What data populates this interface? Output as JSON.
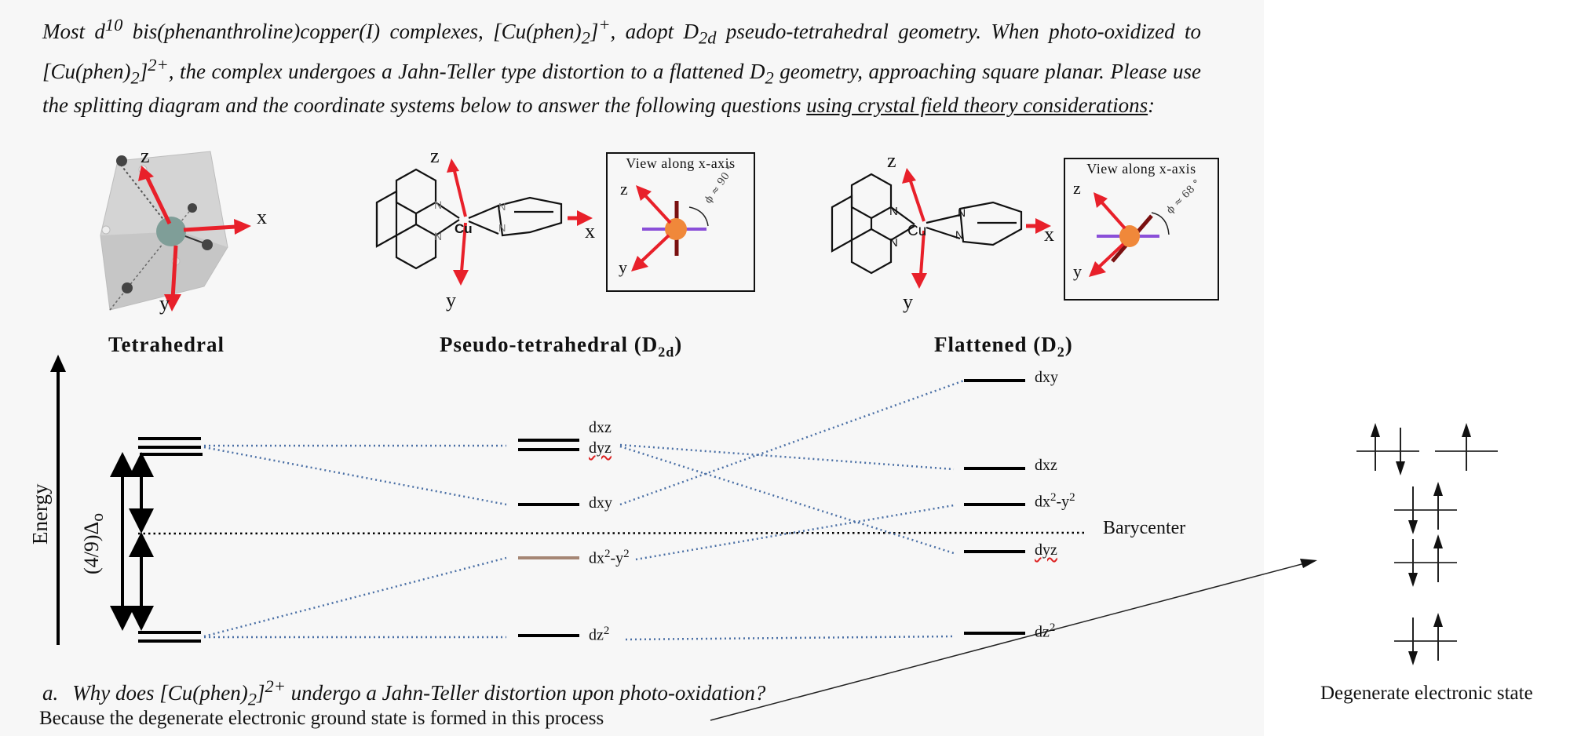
{
  "intro": {
    "p1": "Most d",
    "p1_sup": "10",
    "p2": " bis(phenanthroline)copper(I) complexes, [Cu(phen)",
    "p2_sub": "2",
    "p3": "]",
    "p3_sup": "+",
    "p4": ", adopt D",
    "p4_sub": "2d",
    "p5": " pseudo-tetrahedral geometry. When photo-oxidized to [Cu(phen)",
    "p5_sub": "2",
    "p6": "]",
    "p6_sup": "2+",
    "p7": ", the complex undergoes a Jahn-Teller type distortion to a flattened D",
    "p7_sub": "2",
    "p8": " geometry, approaching square planar. Please use the splitting diagram and the coordinate systems below to answer the following questions ",
    "p9_underlined": "using crystal field theory considerations",
    "p10": ":"
  },
  "geometries": {
    "tetrahedral": {
      "title": "Tetrahedral",
      "axes": {
        "x": "x",
        "y": "y",
        "z": "z"
      }
    },
    "pseudo": {
      "title_main": "Pseudo-tetrahedral (D",
      "title_sub": "2d",
      "title_end": ")",
      "axes": {
        "x": "x",
        "y": "y",
        "z": "z"
      },
      "atoms": {
        "cu": "Cu",
        "n": "N"
      },
      "view": {
        "title": "View along x-axis",
        "angle": "ϕ ≈ 90 °",
        "z": "z",
        "y": "y"
      }
    },
    "flattened": {
      "title_main": "Flattened (D",
      "title_sub": "2",
      "title_end": ")",
      "axes": {
        "x": "x",
        "y": "y",
        "z": "z"
      },
      "atoms": {
        "cu": "Cu",
        "n": "N"
      },
      "view": {
        "title": "View along x-axis",
        "angle": "ϕ ≈ 68 °",
        "z": "z",
        "y": "y"
      }
    }
  },
  "diagram": {
    "energy_label": "Energy",
    "delta_label": "(4/9)Δ",
    "delta_sub": "o",
    "barycenter_label": "Barycenter",
    "pseudo_levels": [
      {
        "label": "dxz"
      },
      {
        "label": "dyz",
        "flagged": true
      },
      {
        "label": "dxy"
      },
      {
        "label": "dx",
        "sup1": "2",
        "mid": "-y",
        "sup2": "2",
        "color": "#a58674"
      },
      {
        "label": "dz",
        "sup1": "2"
      }
    ],
    "flattened_levels": [
      {
        "label": "dxy"
      },
      {
        "label": "dxz"
      },
      {
        "label": "dx",
        "sup1": "2",
        "mid": "-y",
        "sup2": "2"
      },
      {
        "label": "dyz",
        "flagged": true
      },
      {
        "label": "dz",
        "sup1": "2"
      }
    ],
    "correlation_color": "#4a6fa5"
  },
  "electron_config": {
    "caption": "Degenerate electronic state",
    "rows": [
      [
        [
          "up",
          "down"
        ],
        [
          "up"
        ]
      ],
      [
        [
          "down",
          "up"
        ]
      ],
      [
        [
          "down",
          "up"
        ]
      ],
      [
        [
          "down",
          "up"
        ]
      ]
    ]
  },
  "question": {
    "letter": "a.",
    "text_1": "Why does [Cu(phen)",
    "text_sub": "2",
    "text_2": "]",
    "text_sup": "2+",
    "text_3": " undergo a Jahn-Teller distortion upon photo-oxidation?"
  },
  "answer": {
    "text": "Because the degenerate electronic ground state is formed in this process"
  }
}
